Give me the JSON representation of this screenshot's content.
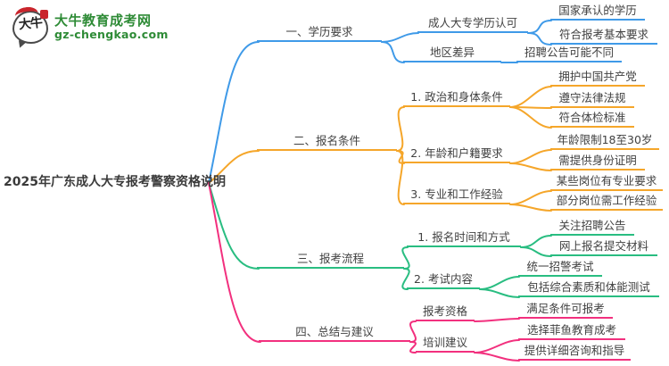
{
  "logo": {
    "title": "大牛教育成考网",
    "url": "gz-chengkao.com",
    "icon_text": "大牛"
  },
  "colors": {
    "blue": "#3f9ae8",
    "orange": "#f5a62a",
    "green": "#29bd81",
    "pink": "#f2307e",
    "brand": "#2e8b36",
    "seal": "#c9252c"
  },
  "mindmap": {
    "root": "2025年广东成人大专报考警察资格说明",
    "branches": [
      {
        "label": "一、学历要求",
        "color": "#3f9ae8",
        "nodes": [
          {
            "label": "成人大专学历认可",
            "leaves": [
              "国家承认的学历",
              "符合报考基本要求"
            ]
          },
          {
            "label": "地区差异",
            "leaves": [
              "招聘公告可能不同"
            ]
          }
        ]
      },
      {
        "label": "二、报名条件",
        "color": "#f5a62a",
        "nodes": [
          {
            "label": "1. 政治和身体条件",
            "leaves": [
              "拥护中国共产党",
              "遵守法律法规",
              "符合体检标准"
            ]
          },
          {
            "label": "2. 年龄和户籍要求",
            "leaves": [
              "年龄限制18至30岁",
              "需提供身份证明"
            ]
          },
          {
            "label": "3. 专业和工作经验",
            "leaves": [
              "某些岗位有专业要求",
              "部分岗位需工作经验"
            ]
          }
        ]
      },
      {
        "label": "三、报考流程",
        "color": "#29bd81",
        "nodes": [
          {
            "label": "1. 报名时间和方式",
            "leaves": [
              "关注招聘公告",
              "网上报名提交材料"
            ]
          },
          {
            "label": "2. 考试内容",
            "leaves": [
              "统一招警考试",
              "包括综合素质和体能测试"
            ]
          }
        ]
      },
      {
        "label": "四、总结与建议",
        "color": "#f2307e",
        "nodes": [
          {
            "label": "报考资格",
            "leaves": [
              "满足条件可报考"
            ]
          },
          {
            "label": "培训建议",
            "leaves": [
              "选择菲鱼教育成考",
              "提供详细咨询和指导"
            ]
          }
        ]
      }
    ]
  }
}
